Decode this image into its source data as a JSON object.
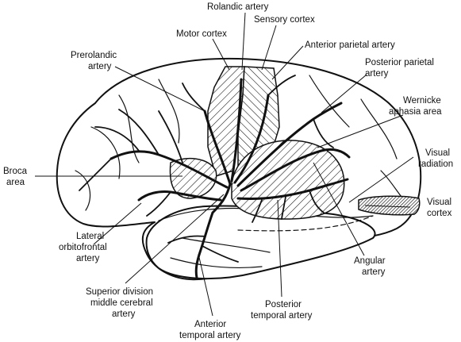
{
  "labels": {
    "rolandic_artery": "Rolandic artery",
    "sensory_cortex": "Sensory cortex",
    "motor_cortex": "Motor cortex",
    "anterior_parietal_artery": "Anterior parietal artery",
    "prerolandic_artery": [
      "Prerolandic",
      "artery"
    ],
    "posterior_parietal_artery": [
      "Posterior parietal",
      "artery"
    ],
    "wernicke_aphasia_area": [
      "Wernicke",
      "aphasia area"
    ],
    "broca_area": [
      "Broca",
      "area"
    ],
    "visual_radiation": [
      "Visual",
      "radiation"
    ],
    "visual_cortex": [
      "Visual",
      "cortex"
    ],
    "lateral_orbitofrontal_artery": [
      "Lateral",
      "orbitofrontal",
      "artery"
    ],
    "angular_artery": [
      "Angular",
      "artery"
    ],
    "superior_division_mca": [
      "Superior division",
      "middle cerebral",
      "artery"
    ],
    "posterior_temporal_artery": [
      "Posterior",
      "temporal artery"
    ],
    "anterior_temporal_artery": [
      "Anterior",
      "temporal artery"
    ]
  }
}
